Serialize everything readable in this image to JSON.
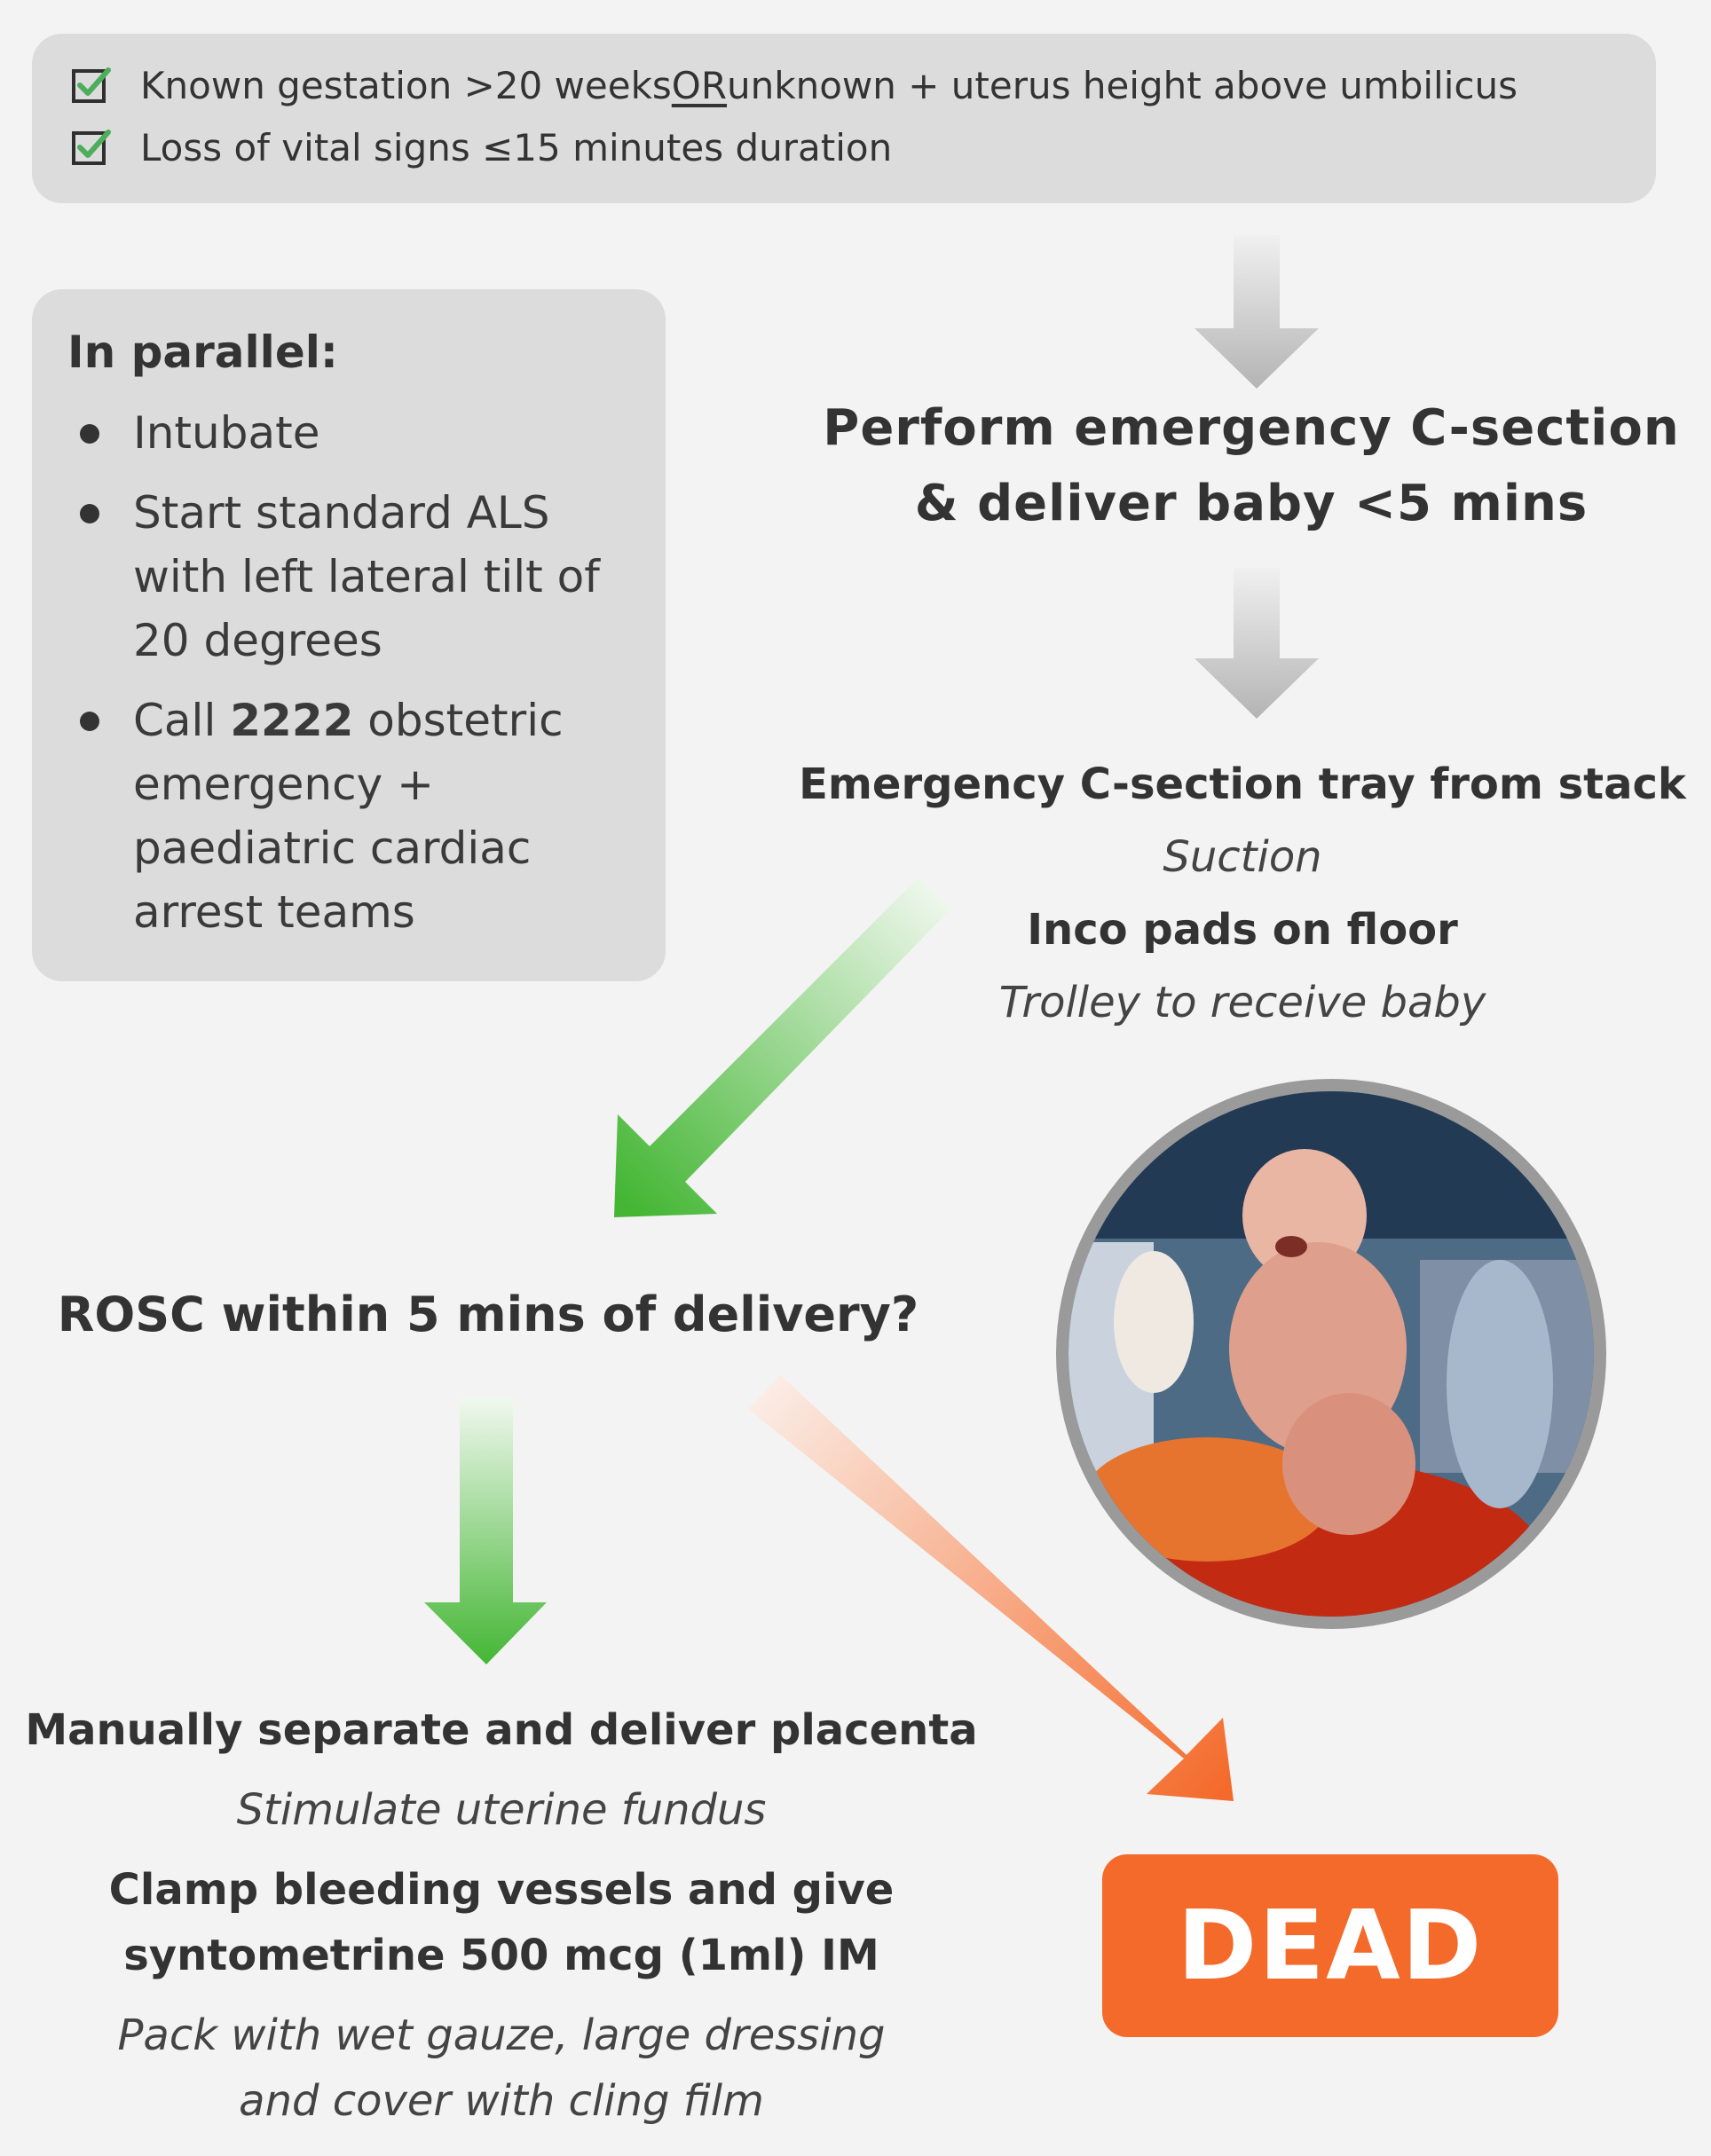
{
  "criteria": {
    "item1": {
      "before": "Known gestation >20 weeks ",
      "underlined": "OR",
      "after": " unknown + uterus height above umbilicus"
    },
    "item2": "Loss of vital signs ≤15 minutes duration"
  },
  "parallel": {
    "title": "In parallel:",
    "items": [
      {
        "text": "Intubate"
      },
      {
        "text": "Start standard ALS with left lateral tilt of 20 degrees"
      },
      {
        "before": "Call ",
        "bold": "2222",
        "after": " obstetric emergency + paediatric cardiac arrest teams"
      }
    ]
  },
  "csection": {
    "line1": "Perform emergency C-section",
    "line2": "& deliver baby <5 mins"
  },
  "prep": {
    "tray": "Emergency C-section tray from stack",
    "suction": "Suction",
    "pads": "Inco pads on floor",
    "trolley": "Trolley to receive baby"
  },
  "rosc_question": "ROSC within 5 mins of delivery?",
  "placenta": {
    "line1": "Manually separate and deliver placenta",
    "line2": "Stimulate uterine fundus",
    "line3a": "Clamp bleeding vessels and give",
    "line3b": "syntometrine 500 mcg (1ml) IM",
    "line4a": "Pack with wet gauze, large dressing",
    "line4b": "and cover with cling film"
  },
  "outcome_label": "DEAD",
  "colors": {
    "box": "#dcdcdc",
    "check": "#4cae5b",
    "green_arrow": "#4cbb3a",
    "orange_arrow": "#f4692b",
    "gray_arrow": "#b5b5b5"
  }
}
